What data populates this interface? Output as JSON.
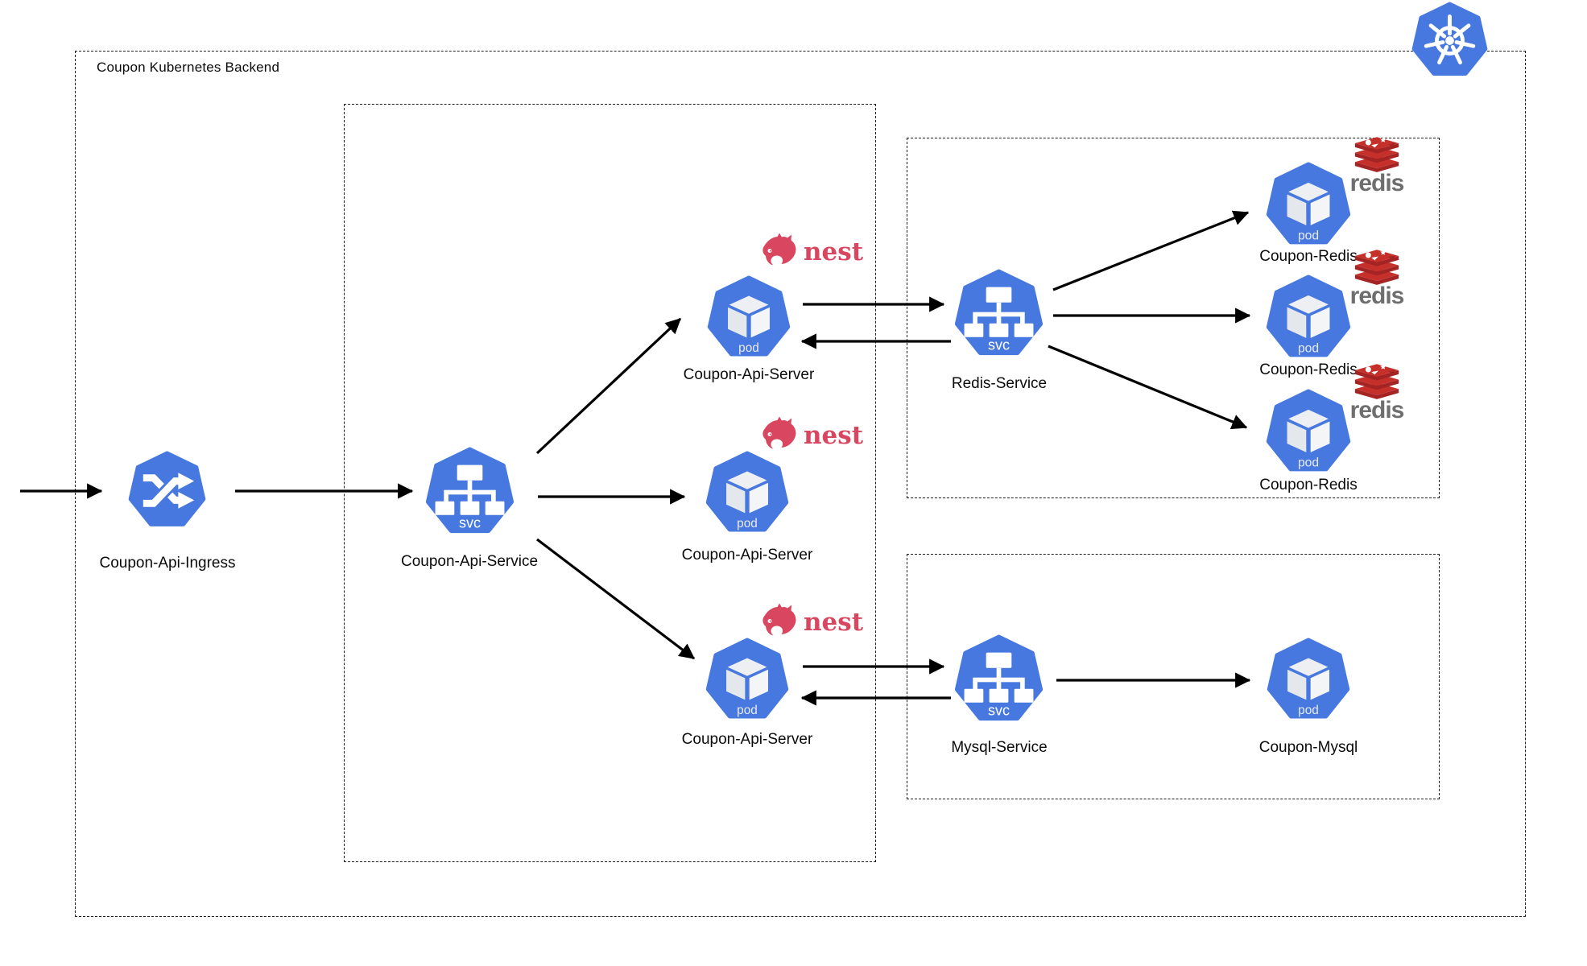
{
  "diagram": {
    "title": "Coupon Kubernetes Backend",
    "colors": {
      "node_blue": "#4678e0",
      "nest_red": "#d9465f",
      "redis_red": "#c6302b",
      "redis_dark_red": "#a32422",
      "redis_text_gray": "#6e6e6e",
      "arrow_black": "#000000"
    },
    "badges": {
      "svc": "svc",
      "pod": "pod"
    },
    "logos": {
      "nest": "nest",
      "redis": "redis"
    },
    "nodes": {
      "ingress": {
        "label": "Coupon-Api-Ingress",
        "kind": "ingress"
      },
      "api_service": {
        "label": "Coupon-Api-Service",
        "kind": "service"
      },
      "api_server_1": {
        "label": "Coupon-Api-Server",
        "kind": "pod"
      },
      "api_server_2": {
        "label": "Coupon-Api-Server",
        "kind": "pod"
      },
      "api_server_3": {
        "label": "Coupon-Api-Server",
        "kind": "pod"
      },
      "redis_service": {
        "label": "Redis-Service",
        "kind": "service"
      },
      "redis_pod_1": {
        "label": "Coupon-Redis",
        "kind": "pod"
      },
      "redis_pod_2": {
        "label": "Coupon-Redis",
        "kind": "pod"
      },
      "redis_pod_3": {
        "label": "Coupon-Redis",
        "kind": "pod"
      },
      "mysql_service": {
        "label": "Mysql-Service",
        "kind": "service"
      },
      "mysql_pod": {
        "label": "Coupon-Mysql",
        "kind": "pod"
      }
    },
    "edges": [
      {
        "from": "external",
        "to": "ingress"
      },
      {
        "from": "ingress",
        "to": "api_service"
      },
      {
        "from": "api_service",
        "to": "api_server_1"
      },
      {
        "from": "api_service",
        "to": "api_server_2"
      },
      {
        "from": "api_service",
        "to": "api_server_3"
      },
      {
        "from": "api_server_1",
        "to": "redis_service"
      },
      {
        "from": "redis_service",
        "to": "api_server_1"
      },
      {
        "from": "redis_service",
        "to": "redis_pod_1"
      },
      {
        "from": "redis_service",
        "to": "redis_pod_2"
      },
      {
        "from": "redis_service",
        "to": "redis_pod_3"
      },
      {
        "from": "api_server_3",
        "to": "mysql_service"
      },
      {
        "from": "mysql_service",
        "to": "api_server_3"
      },
      {
        "from": "mysql_service",
        "to": "mysql_pod"
      }
    ]
  }
}
